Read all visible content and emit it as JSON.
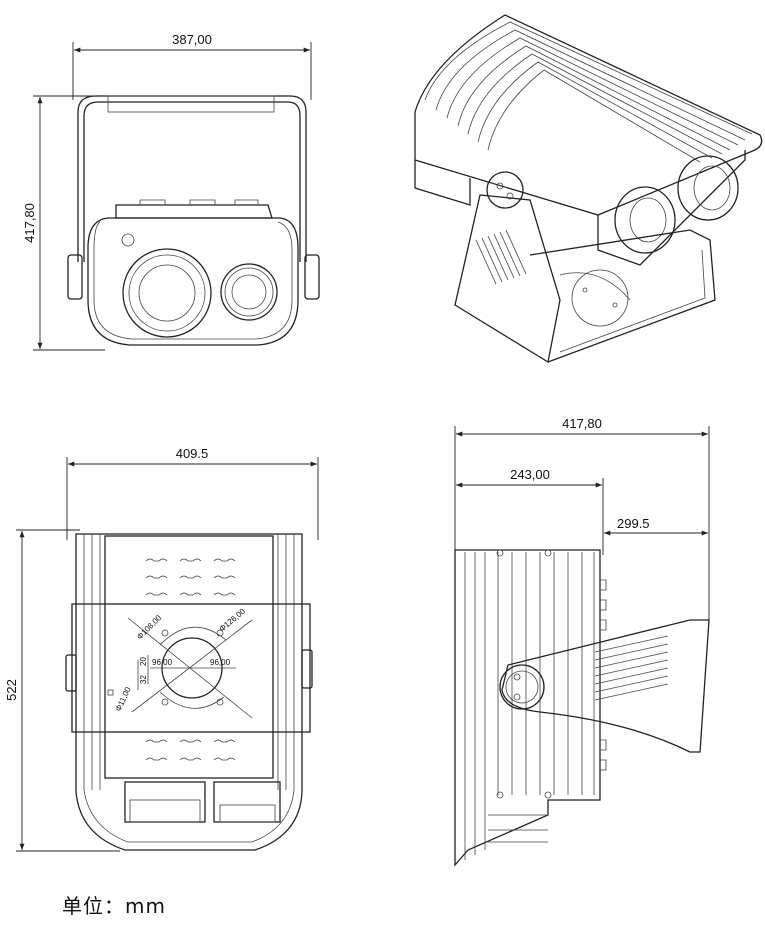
{
  "front_view": {
    "width_label": "387,00",
    "height_label": "417,80"
  },
  "bottom_view": {
    "width_label": "409.5",
    "height_label": "522",
    "dia_108_label": "Φ108,00",
    "dia_126_label": "Φ126,00",
    "offset_96_left_label": "96,00",
    "offset_96_right_label": "96,00",
    "offset_20_label": "20",
    "offset_32_label": "32",
    "hole_dia_label": "Φ11,00"
  },
  "side_view": {
    "total_label": "417,80",
    "body_label": "243,00",
    "bracket_label": "299.5"
  },
  "unit_label": "单位：mm"
}
